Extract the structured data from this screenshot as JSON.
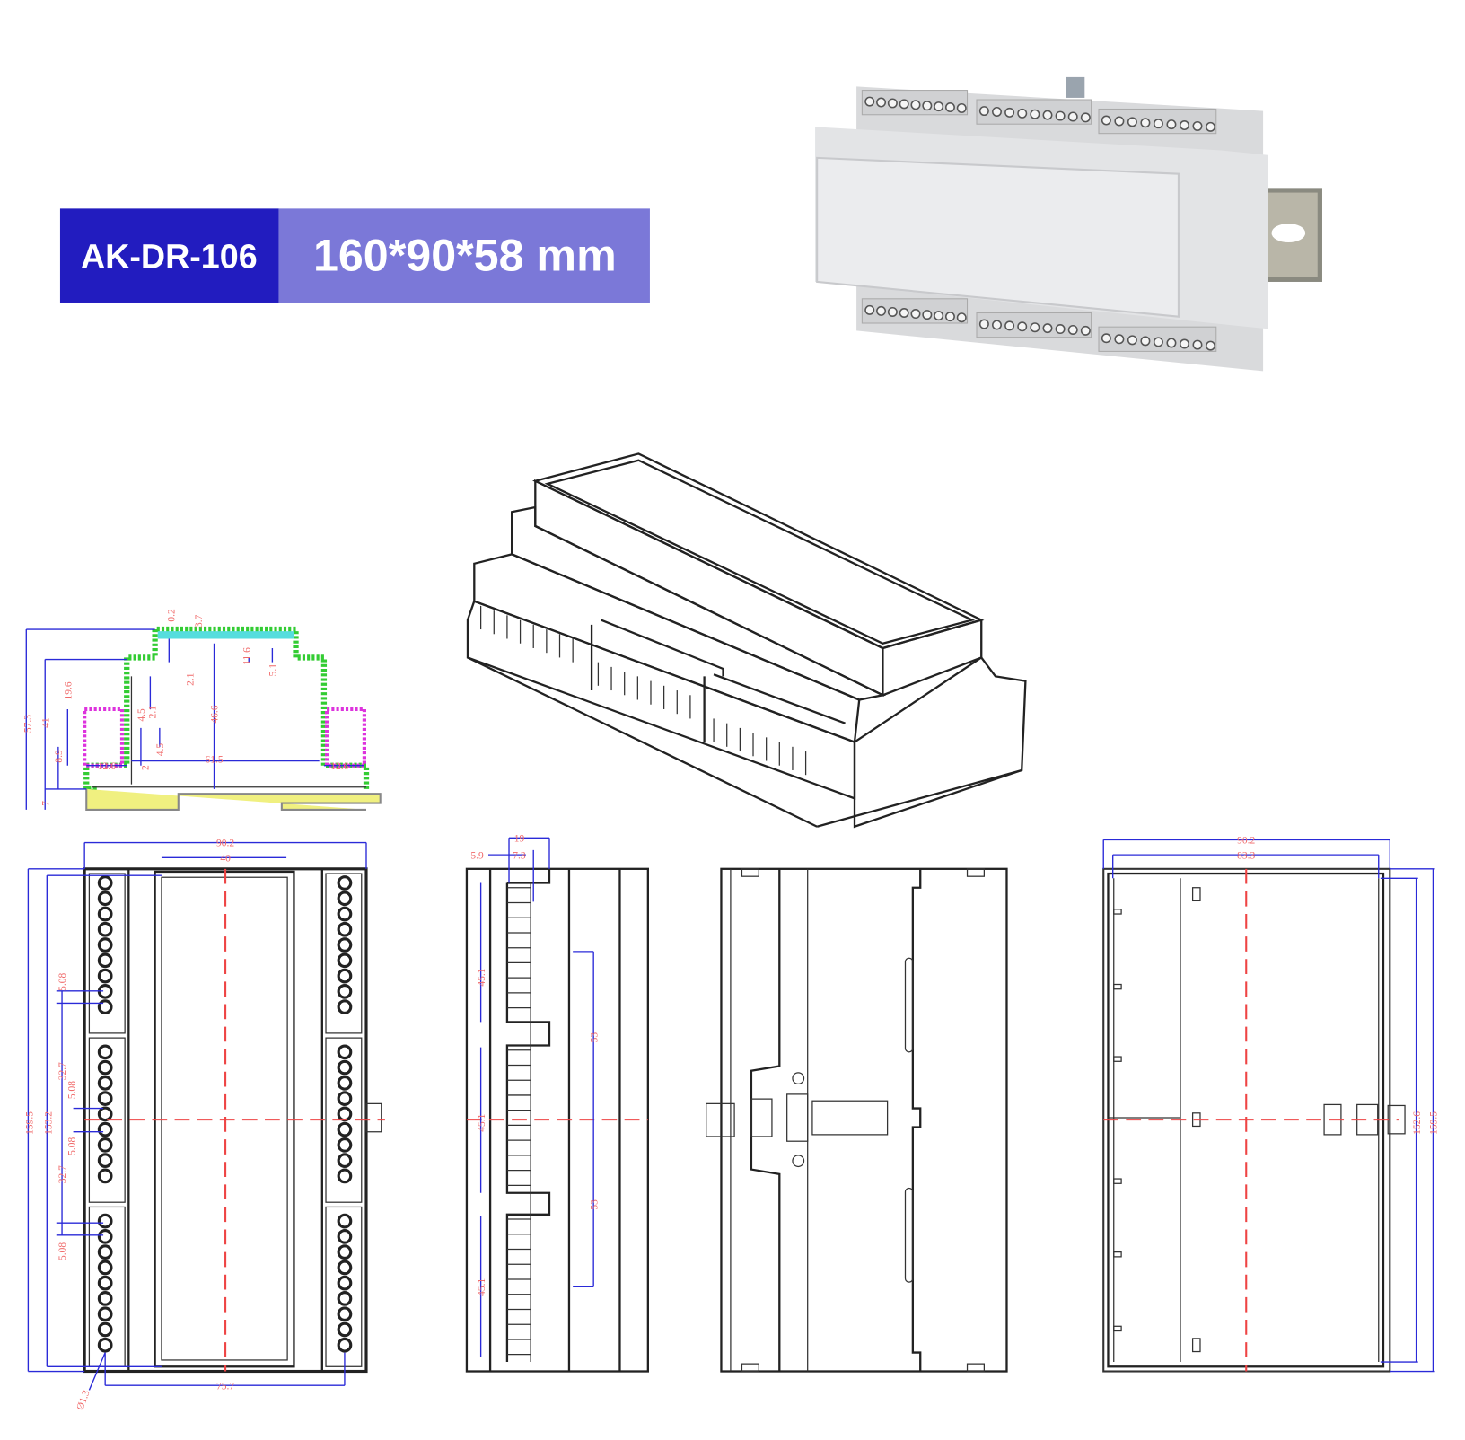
{
  "banner": {
    "model": "AK-DR-106",
    "size": "160*90*58 mm",
    "model_bg": "#221cbf",
    "size_bg": "#7b78d8"
  },
  "colors": {
    "dimension_line": "#2a2ad8",
    "dimension_text": "#f06a6a",
    "center_line": "#ee4444"
  },
  "section_view": {
    "dims": [
      "0.2",
      "3.7",
      "57.3",
      "41",
      "19.6",
      "8.9",
      "7",
      "12.6",
      "61.5",
      "12.6",
      "46.6",
      "11.6",
      "5.1",
      "2.1",
      "2.1",
      "4.5",
      "4.5",
      "2"
    ]
  },
  "top_view": {
    "dims": [
      "90.2",
      "40",
      "159.5",
      "153.2",
      "5.08",
      "32.7",
      "5.08",
      "5.08",
      "32.7",
      "5.08",
      "75.7",
      "Ø1.3"
    ]
  },
  "side_view": {
    "dims": [
      "19",
      "5.9",
      "7.3",
      "45.1",
      "45.1",
      "45.1",
      "53",
      "53"
    ]
  },
  "right_view": {
    "dims": [
      "90.2",
      "83.3",
      "152.6",
      "159.5"
    ]
  }
}
